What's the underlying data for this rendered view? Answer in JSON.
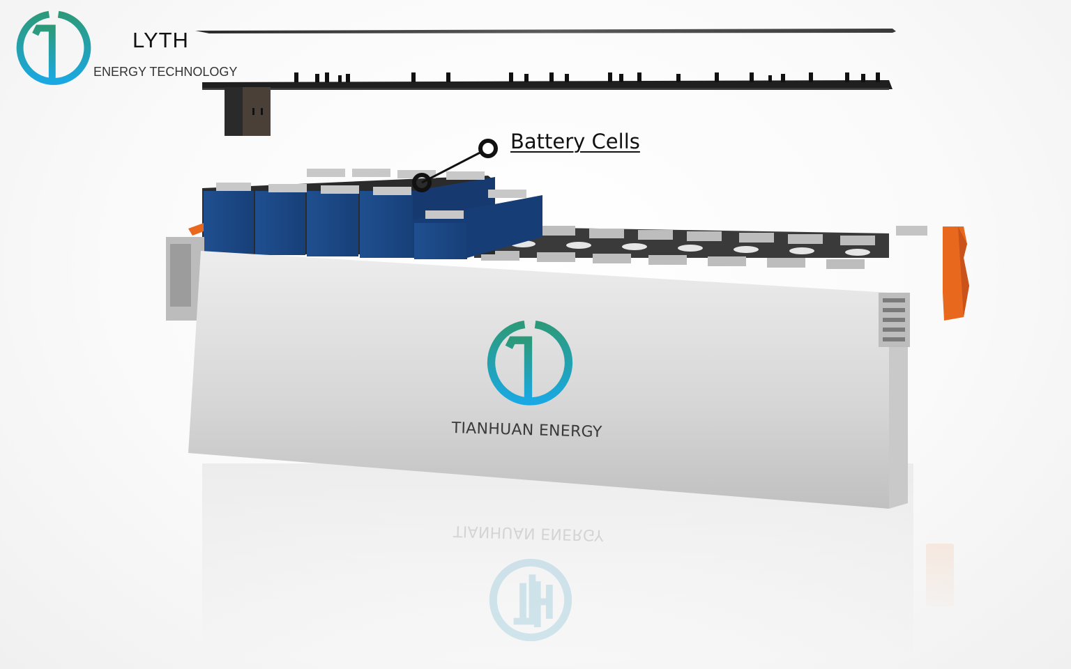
{
  "brand": {
    "logo_icon": "th-circle-logo-icon",
    "name": "LYTH",
    "tagline": "ENERGY TECHNOLOGY",
    "gradient_top": "#2a9a7a",
    "gradient_bottom": "#1aa6e0"
  },
  "callout": {
    "label": "Battery Cells"
  },
  "module": {
    "front_logo_icon": "th-circle-logo-icon",
    "brand_text": "TIANHUAN ENERGY",
    "cell_color": "#1c4a8a",
    "panel_color": "#d8d8d8",
    "terminal_color": "#e8681e"
  },
  "reflection": {
    "brand_text": "TIANHUAN ENERGY"
  }
}
